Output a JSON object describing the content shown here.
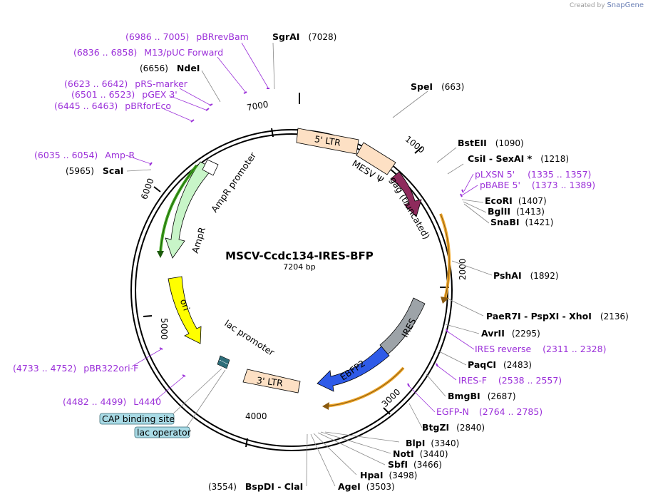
{
  "creator": {
    "prefix": "Created by",
    "brand": "SnapGene"
  },
  "plasmid": {
    "name": "MSCV-Ccdc134-IRES-BFP",
    "length_label": "7204 bp"
  },
  "ticks": [
    "1000",
    "2000",
    "3000",
    "4000",
    "5000",
    "6000",
    "7000"
  ],
  "enzymes": [
    {
      "name": "SgrAI",
      "pos": "(7028)"
    },
    {
      "name": "SpeI",
      "pos": "(663)"
    },
    {
      "name": "BstEII",
      "pos": "(1090)"
    },
    {
      "name": "CsiI  -  SexAI *",
      "pos": "(1218)"
    },
    {
      "name": "EcoRI",
      "pos": "(1407)"
    },
    {
      "name": "BglII",
      "pos": "(1413)"
    },
    {
      "name": "SnaBI",
      "pos": "(1421)"
    },
    {
      "name": "PshAI",
      "pos": "(1892)"
    },
    {
      "name": "PaeR7I  -  PspXI  -  XhoI",
      "pos": "(2136)"
    },
    {
      "name": "AvrII",
      "pos": "(2295)"
    },
    {
      "name": "PaqCI",
      "pos": "(2483)"
    },
    {
      "name": "BmgBI",
      "pos": "(2687)"
    },
    {
      "name": "BtgZI",
      "pos": "(2840)"
    },
    {
      "name": "BlpI",
      "pos": "(3340)"
    },
    {
      "name": "NotI",
      "pos": "(3440)"
    },
    {
      "name": "SbfI",
      "pos": "(3466)"
    },
    {
      "name": "HpaI",
      "pos": "(3498)"
    },
    {
      "name": "AgeI",
      "pos": "(3503)"
    },
    {
      "name": "BspDI  -  ClaI",
      "pos": "(3554)"
    },
    {
      "name": "ScaI",
      "pos": "(5965)"
    },
    {
      "name": "NdeI",
      "pos": "(6656)"
    }
  ],
  "primers": [
    {
      "name": "pBRrevBam",
      "range": "(6986 .. 7005)"
    },
    {
      "name": "M13/pUC Forward",
      "range": "(6836 .. 6858)"
    },
    {
      "name": "pRS-marker",
      "range": "(6623 .. 6642)"
    },
    {
      "name": "pGEX 3'",
      "range": "(6501 .. 6523)"
    },
    {
      "name": "pBRforEco",
      "range": "(6445 .. 6463)"
    },
    {
      "name": "Amp-R",
      "range": "(6035 .. 6054)"
    },
    {
      "name": "pLXSN 5'",
      "range": "(1335 .. 1357)"
    },
    {
      "name": "pBABE 5'",
      "range": "(1373 .. 1389)"
    },
    {
      "name": "IRES reverse",
      "range": "(2311 .. 2328)"
    },
    {
      "name": "IRES-F",
      "range": "(2538 .. 2557)"
    },
    {
      "name": "EGFP-N",
      "range": "(2764 .. 2785)"
    },
    {
      "name": "pBR322ori-F",
      "range": "(4733 .. 4752)"
    },
    {
      "name": "L4440",
      "range": "(4482 .. 4499)"
    }
  ],
  "features": {
    "ltr5": "5' LTR",
    "mesv": "MESV Ψ",
    "gag": "gag (truncated)",
    "ires": "IRES",
    "ebfp2": "EBFP2",
    "ltr3": "3' LTR",
    "lac_promoter": "lac promoter",
    "ori": "ori",
    "ampr": "AmpR",
    "ampr_promoter": "AmpR promoter"
  },
  "boxed_features": {
    "cap": "CAP binding site",
    "lac_operator": "lac operator"
  },
  "colors": {
    "ltr": "#fde0c4",
    "gag": "#8e2a5c",
    "ires": "#9da3a8",
    "ebfp2": "#2f5be8",
    "ori": "#ffff00",
    "ampr": "#c8f5c8",
    "primer": "#9b30d9",
    "orf_orange": "#f0a82c",
    "orf_green": "#44aa22",
    "box_fill": "#a9dbe6"
  }
}
